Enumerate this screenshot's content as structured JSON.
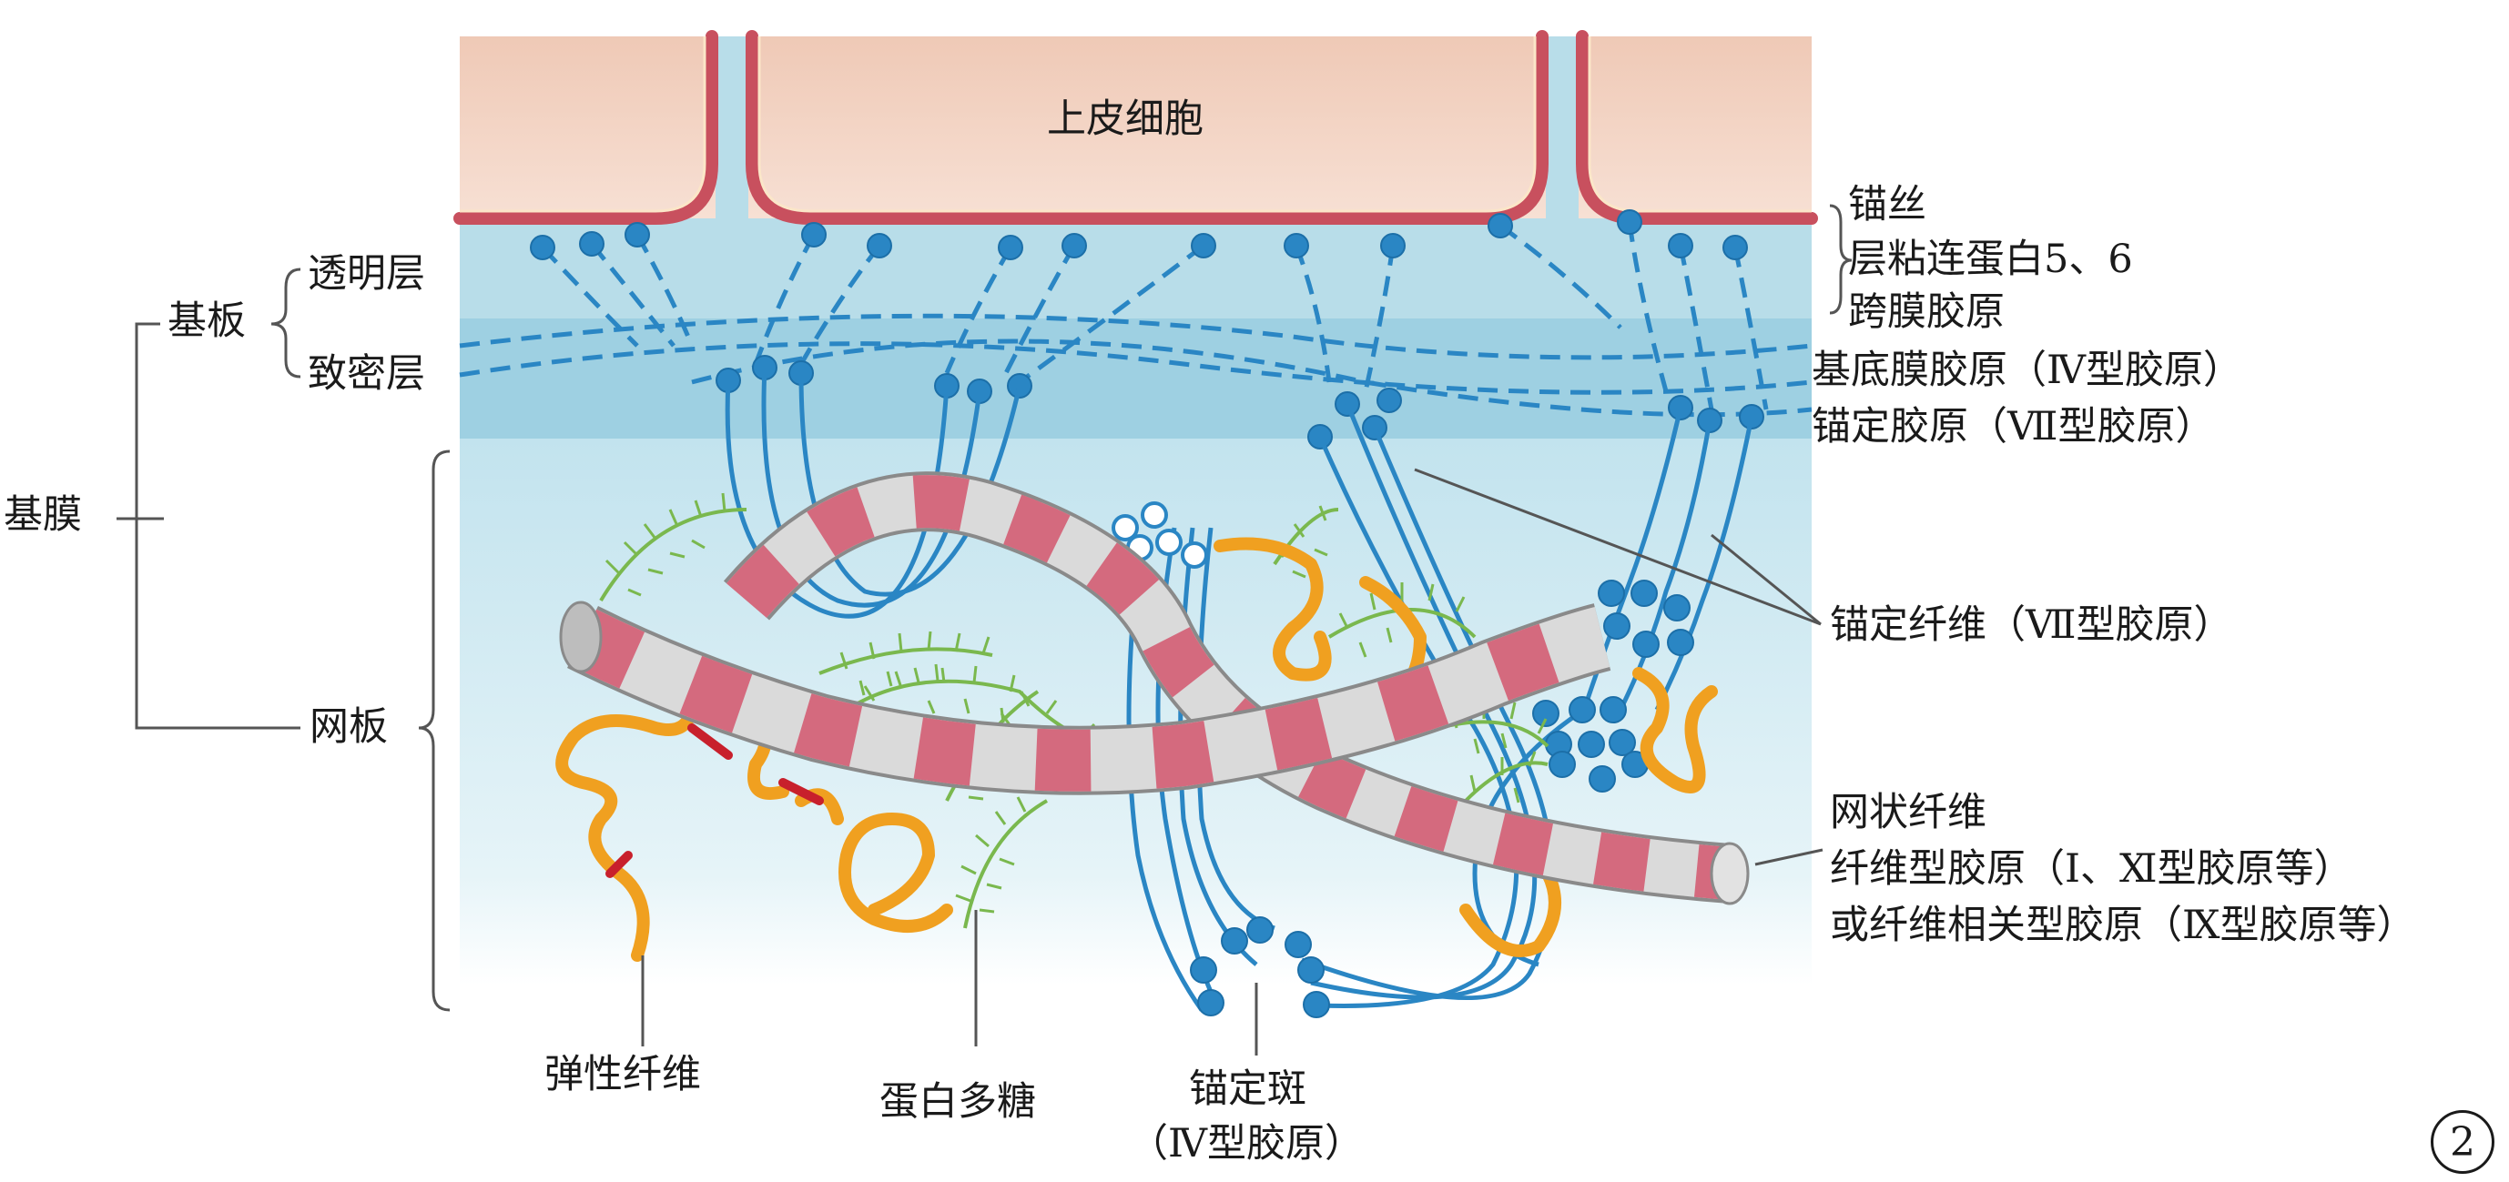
{
  "labels": {
    "epithelial_cell": "上皮细胞",
    "basement_membrane": "基膜",
    "basal_lamina": "基板",
    "lamina_lucida": "透明层",
    "lamina_densa": "致密层",
    "reticular_lamina": "网板",
    "anchoring_filaments": "锚丝",
    "laminin": "层粘连蛋白5、6",
    "transmembrane_collagen": "跨膜胶原",
    "type4_collagen": "基底膜胶原（Ⅳ型胶原）",
    "anchoring_collagen": "锚定胶原（Ⅶ型胶原）",
    "anchoring_fibrils": "锚定纤维（Ⅶ型胶原）",
    "reticular_fibers": "网状纤维",
    "fibrillar_collagen": "纤维型胶原（Ⅰ、Ⅺ型胶原等）",
    "fibril_associated_collagen": "或纤维相关型胶原（Ⅸ型胶原等）",
    "elastic_fibers": "弹性纤维",
    "proteoglycan": "蛋白多糖",
    "anchoring_plaque": "锚定斑",
    "anchoring_plaque_sub": "（Ⅳ型胶原）",
    "figure_number": "2"
  },
  "colors": {
    "cell_fill": "#f3d2c2",
    "cell_membrane": "#c8505e",
    "lucida_layer": "#b4dce8",
    "densa_layer": "#9fd0e2",
    "reticular_layer": "#cfe9f2",
    "filament_blue": "#2a86c4",
    "collagen_pink": "#d76a7d",
    "collagen_gray": "#d7d7d7",
    "elastic_orange": "#f0a020",
    "crosslink_red": "#c8202c",
    "proteoglycan_green": "#7ab84e",
    "leader_line": "#555555"
  }
}
